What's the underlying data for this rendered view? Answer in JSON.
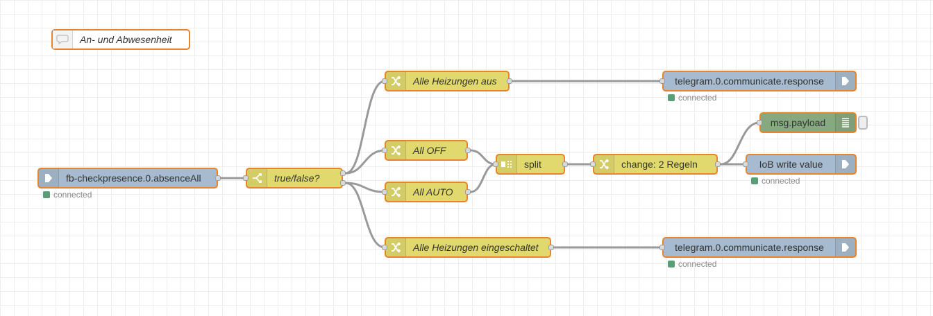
{
  "comment": {
    "text": "An- und Abwesenheit"
  },
  "nodes": {
    "fb_check": {
      "label": "fb-checkpresence.0.absenceAll",
      "status": "connected"
    },
    "truefalse": {
      "label": "true/false?"
    },
    "heizungen_aus": {
      "label": "Alle Heizungen aus"
    },
    "all_off": {
      "label": "All OFF"
    },
    "all_auto": {
      "label": "All AUTO"
    },
    "heizungen_ein": {
      "label": "Alle Heizungen eingeschaltet"
    },
    "split": {
      "label": "split"
    },
    "change_regeln": {
      "label": "change: 2 Regeln"
    },
    "telegram_top": {
      "label": "telegram.0.communicate.response",
      "status": "connected"
    },
    "msg_payload": {
      "label": "msg.payload"
    },
    "iob_write": {
      "label": "IoB write value",
      "status": "connected"
    },
    "telegram_bottom": {
      "label": "telegram.0.communicate.response",
      "status": "connected"
    }
  },
  "colors": {
    "node_border": "#e8852b",
    "change_fill": "#e2d96e",
    "io_fill": "#a6bbcf",
    "debug_fill": "#87a980",
    "status_connected": "#5a9e77",
    "wire": "#999999"
  },
  "icons": {
    "comment": "speech-bubble-icon",
    "input": "arrow-in-icon",
    "output": "arrow-out-icon",
    "switch": "switch-icon",
    "change": "shuffle-icon",
    "split": "split-icon",
    "debug": "list-icon"
  }
}
